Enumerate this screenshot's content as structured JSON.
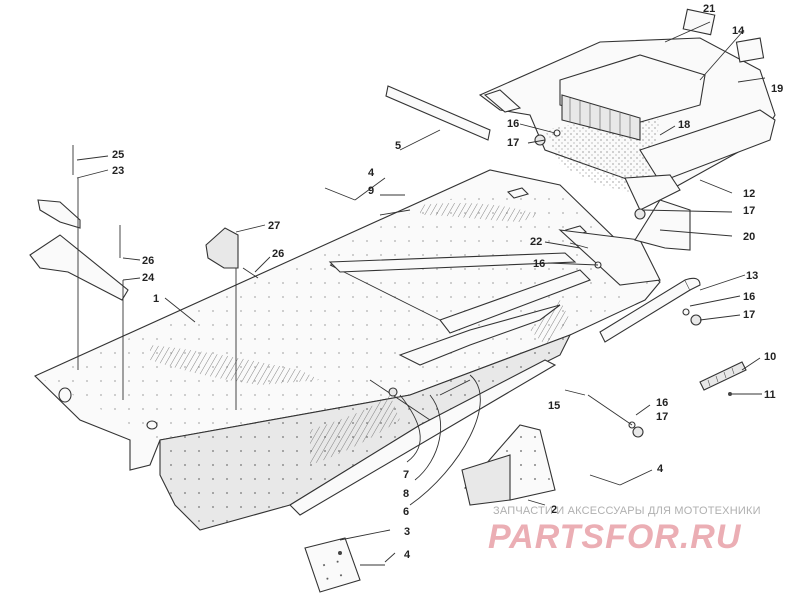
{
  "diagram": {
    "callouts": {
      "c1": "1",
      "c2": "2",
      "c3": "3",
      "c4a": "4",
      "c4b": "4",
      "c4c": "4",
      "c5": "5",
      "c6": "6",
      "c7": "7",
      "c8": "8",
      "c9": "9",
      "c10": "10",
      "c11": "11",
      "c12": "12",
      "c13": "13",
      "c14": "14",
      "c15": "15",
      "c16a": "16",
      "c16b": "16",
      "c16c": "16",
      "c16d": "16",
      "c17a": "17",
      "c17b": "17",
      "c17c": "17",
      "c17d": "17",
      "c18": "18",
      "c19": "19",
      "c20": "20",
      "c21": "21",
      "c22": "22",
      "c23": "23",
      "c24": "24",
      "c25": "25",
      "c26a": "26",
      "c26b": "26",
      "c27": "27"
    }
  },
  "watermark": {
    "tagline": "ЗАПЧАСТИ И АКСЕССУАРЫ ДЛЯ МОТОТЕХНИКИ",
    "logo": "PARTSFOR.RU",
    "logo_color": "#e8a0a8"
  }
}
